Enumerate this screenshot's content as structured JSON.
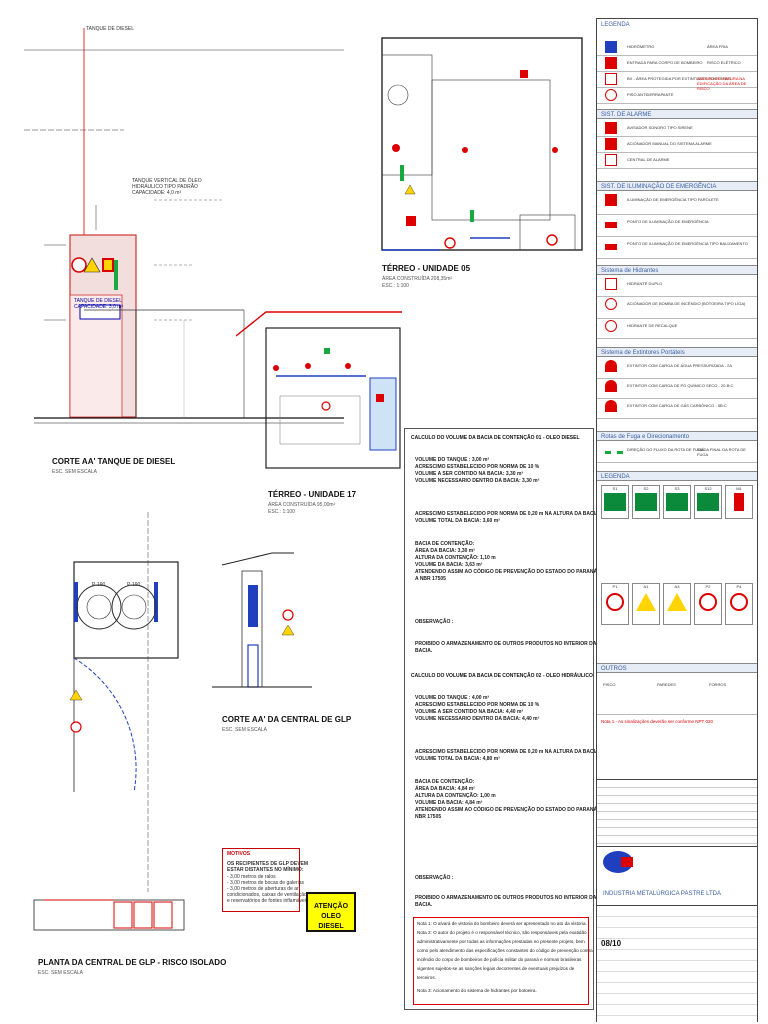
{
  "top_left": {
    "dim_label": "TANQUE DE DIESEL"
  },
  "section_diesel": {
    "title": "CORTE AA' TANQUE DE DIESEL",
    "scale": "ESC. SEM ESCALA",
    "tank_label": "TANQUE VERTICAL DE ÓLEO\nHIDRÁULICO TIPO PADRÃO\nCAPACIDADE: 4,0 m³",
    "wall_label": "TANQUE DE DIESEL\nCAPACIDADE: 3,0 m³"
  },
  "plan_terreo_05": {
    "title": "TÉRREO - UNIDADE 05",
    "area": "ÁREA CONSTRUÍDA 208,35m²",
    "scale": "ESC.: 1:100"
  },
  "plan_terreo_17": {
    "title": "TÉRREO - UNIDADE 17",
    "area": "ÁREA CONSTRUÍDA 95,00m²",
    "scale": "ESC.: 1:100"
  },
  "section_glp": {
    "title": "CORTE AA' DA CENTRAL DE GLP",
    "scale": "ESC. SEM ESCALA"
  },
  "plan_glp": {
    "title": "PLANTA DA CENTRAL DE GLP - RISCO ISOLADO",
    "scale": "ESC. SEM ESCALA",
    "cyl1": "P-190",
    "cyl2": "P-190"
  },
  "motivos": {
    "title": "MOTIVOS",
    "lines": [
      "OS RECIPIENTES DE GLP DEVEM",
      "ESTAR DISTANTES NO MÍNIMO:",
      "- 3,00 metros de ralos",
      "- 3,00 metros de bocas de galerias",
      "- 3,00 metros de aberturas de ar",
      "condicionados, caixas de ventilação",
      "e reservatórios de fontes inflamáveis"
    ]
  },
  "atencao": {
    "line1": "ATENÇÃO",
    "line2": "OLEO DIESEL"
  },
  "calc": {
    "title1": "CALCULO DO VOLUME DA BACIA DE CONTENÇÃO 01 - OLEO DIESEL",
    "b1": [
      "VOLUME DO TANQUE : 3,00 m³",
      "ACRESCIMO ESTABELECIDO POR NORMA DE 10 %",
      "VOLUME A SER CONTIDO NA BACIA: 3,30 m³",
      "VOLUME NECESSARIO DENTRO DA BACIA: 3,30 m³"
    ],
    "b2": [
      "ACRESCIMO ESTABELECIDO POR NORMA DE 0,20 m NA ALTURA DA BACIA",
      "VOLUME TOTAL DA BACIA: 3,60 m³"
    ],
    "b3": [
      "BACIA DE CONTENÇÃO:",
      "ÁREA DA BACIA: 3,30 m²",
      "ALTURA DA CONTENÇÃO: 1,10 m",
      "VOLUME DA BACIA: 3,63 m³",
      "ATENDENDO ASSIM AO CÓDIGO DE PREVENÇÃO DO ESTADO DO PARANÁ E",
      "A NBR 17505"
    ],
    "obs1": "OBSERVAÇÃO :",
    "obs1_text": [
      "PROIBIDO O ARMAZENAMENTO DE OUTROS PRODUTOS NO INTERIOR DA",
      "BACIA."
    ],
    "title2": "CALCULO DO VOLUME DA BACIA DE CONTENÇÃO 02 - OLEO HIDRÁULICO",
    "c1": [
      "VOLUME DO TANQUE : 4,00 m³",
      "ACRESCIMO ESTABELECIDO POR NORMA DE 10 %",
      "VOLUME A SER CONTIDO NA BACIA: 4,40 m³",
      "VOLUME NECESSARIO DENTRO DA BACIA: 4,40 m³"
    ],
    "c2": [
      "ACRESCIMO ESTABELECIDO POR NORMA DE 0,20 m NA ALTURA DA BACIA",
      "VOLUME TOTAL DA BACIA: 4,80 m³"
    ],
    "c3": [
      "BACIA DE CONTENÇÃO:",
      "ÁREA DA BACIA: 4,84 m²",
      "ALTURA DA CONTENÇÃO: 1,00 m",
      "VOLUME DA BACIA: 4,84 m³",
      "ATENDENDO ASSIM AO CÓDIGO DE PREVENÇÃO DO ESTADO DO PARANÁ E A",
      "NBR 17505"
    ],
    "obs2": "OBSERVAÇÃO :",
    "obs2_text": [
      "PROIBIDO O ARMAZENAMENTO DE OUTROS PRODUTOS NO INTERIOR DA",
      "BACIA."
    ],
    "notes": [
      "Nota 1: O alvará de vistoria do bombeiro deverá ser apresentado no ato da vistoria.",
      "Nota 2: O autor do projeto é o responsável técnico, são responsáveis pela exatidão",
      "administrativamente por todas as informações prestadas no presente projeto, bem",
      "como pelo atendimento das especificações constantes do código de prevenção contra",
      "incêndio do corpo de bombeiros de polícia militar do paraná e normas brasileiras",
      "vigentes sujeitos-se as sanções legais decorrentes de eventuais prejuízos de",
      "terceiros.",
      "Nota 3: Acionamento do sistema de hidrantes por botoeira."
    ]
  },
  "legend": {
    "title": "LEGENDA",
    "rows_top": [
      "HIDRÔMETRO",
      "ÁREA FRIA",
      "ENTRADA PARA CORPO DE BOMBEIRO",
      "RISCO ELÉTRICO",
      "BX - ÁREA PROTEGIDA POR EXTINTORES PORTÁTEIS",
      "ACESSO DE VIATURA NA EDIFICAÇÃO DA ÁREA DE RISCO",
      "PISO ANTIDERRAPANTE"
    ],
    "alarme_title": "SIST. DE ALARME",
    "alarme_rows": [
      "AVISADOR SONORO TIPO SIRENE",
      "ACIONADOR MANUAL DO SISTEMA ALARME",
      "CENTRAL DE ALARME"
    ],
    "ilum_title": "SIST. DE ILUMINAÇÃO DE EMERGÊNCIA",
    "ilum_rows": [
      "ILUMINAÇÃO DE EMERGÊNCIA TIPO FAROLETE",
      "PONTO DE ILUMINAÇÃO DE EMERGÊNCIA",
      "PONTO DE ILUMINAÇÃO DE EMERGÊNCIA TIPO BALIZAMENTO"
    ],
    "hid_title": "Sistema de Hidrantes",
    "hid_rows": [
      "HIDRANTE DUPLO",
      "ACIONADOR DE BOMBA DE INCÊNDIO (BOTOEIRA TIPO LIGA)",
      "HIDRANTE DE RECALQUE"
    ],
    "ext_title": "Sistema de Extintores Portáteis",
    "ext_rows": [
      "EXTINTOR COM CARGA DE ÁGUA PRESSURIZADA - 2A",
      "EXTINTOR COM CARGA DE PÓ QUÍMICO SECO - 20-B:C",
      "EXTINTOR COM CARGA DE GÁS CARBÔNICO - 5B:C"
    ],
    "rotas_title": "Rotas de Fuga e Direcionamento",
    "rotas_rows": [
      "DIREÇÃO DO FLUXO DA ROTA DE FUGA",
      "SAÍDA FINAL DA ROTA DE FUGA"
    ],
    "legenda2_title": "LEGENDA",
    "sign_codes": [
      "S1",
      "S2",
      "S3",
      "S12",
      "M1"
    ],
    "proib_codes": [
      "P1",
      "A1",
      "A3",
      "P2",
      "P4"
    ],
    "outros_title": "OUTROS",
    "outros_cols": [
      "PISCO",
      "PAREDES",
      "FORROS"
    ],
    "nota_red": "Nota 1 - As sinalizações deverão ser conforme NPT 020",
    "company": "INDUSTRIA METALÚRGICA PASTRE LTDA",
    "sheet": "08/10"
  },
  "colors": {
    "red": "#d40000",
    "blue": "#1f3fbf",
    "green": "#0a8a3a",
    "yellow": "#ffe400"
  }
}
